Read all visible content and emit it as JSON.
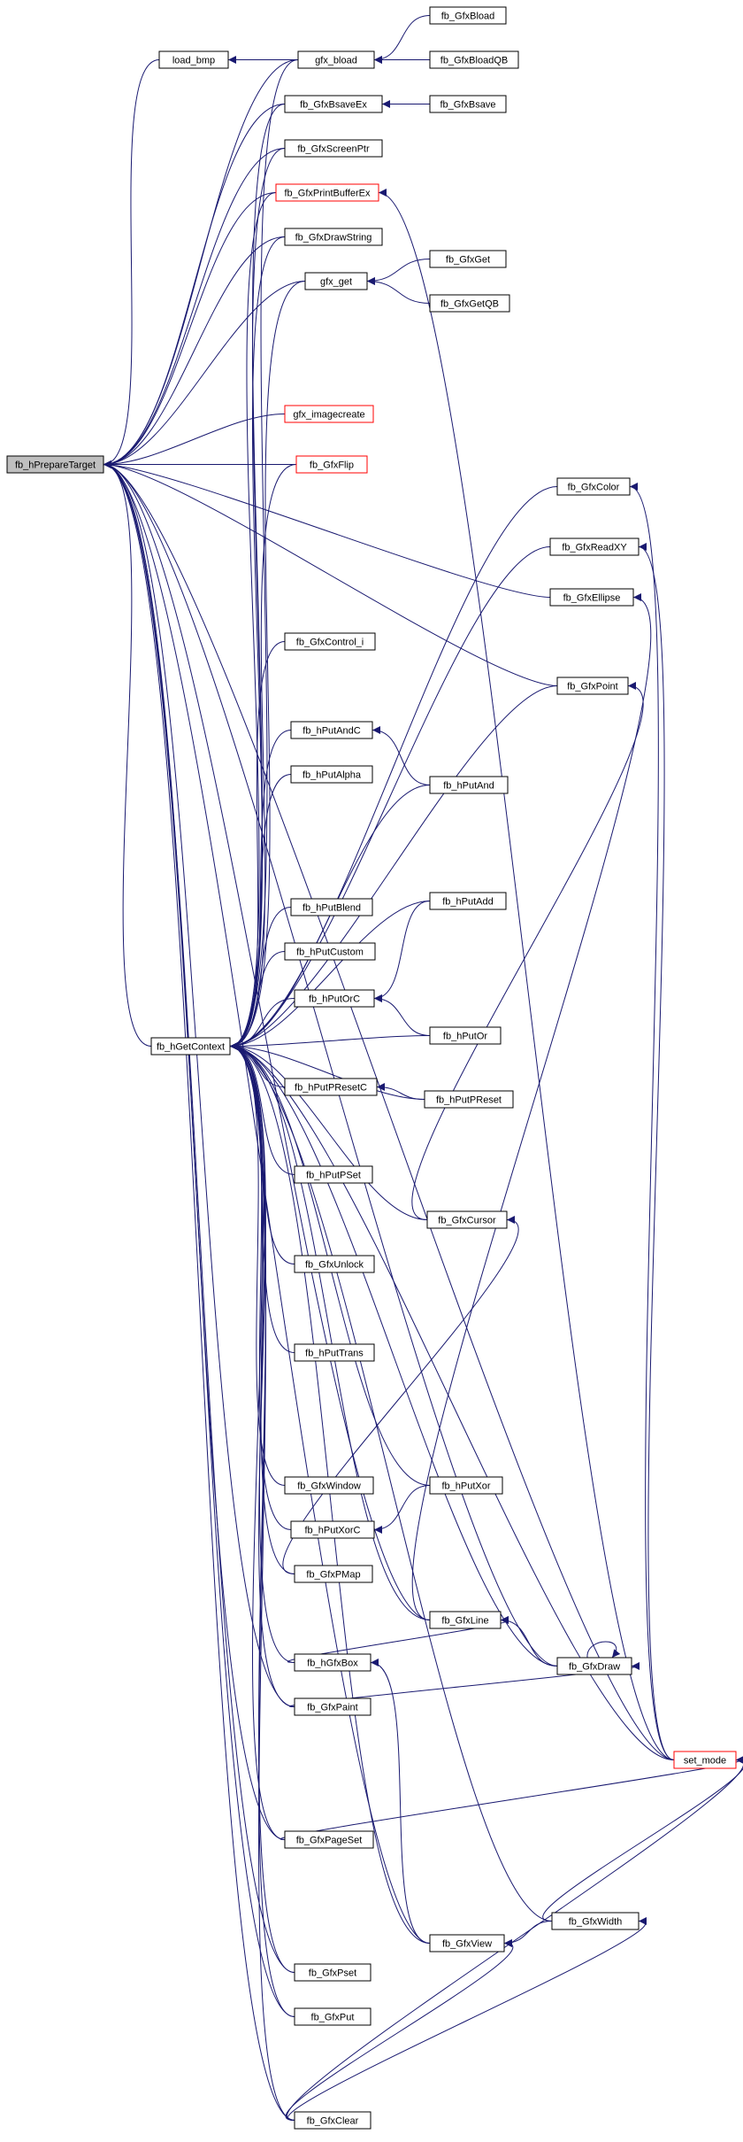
{
  "colors": {
    "edge": "#191970",
    "node_border": "#000000",
    "node_border_undocumented": "#ff0000",
    "root_fill": "#bfbfbf",
    "node_fill": "#ffffff"
  },
  "nodes": [
    {
      "id": "root",
      "label": "fb_hPrepareTarget",
      "style": "root"
    },
    {
      "id": "ctx",
      "label": "fb_hGetContext",
      "style": "normal"
    },
    {
      "id": "load_bmp",
      "label": "load_bmp",
      "style": "normal"
    },
    {
      "id": "gfx_bload",
      "label": "gfx_bload",
      "style": "normal"
    },
    {
      "id": "bload",
      "label": "fb_GfxBload",
      "style": "normal"
    },
    {
      "id": "bloadqb",
      "label": "fb_GfxBloadQB",
      "style": "normal"
    },
    {
      "id": "bsaveex",
      "label": "fb_GfxBsaveEx",
      "style": "normal"
    },
    {
      "id": "bsave",
      "label": "fb_GfxBsave",
      "style": "normal"
    },
    {
      "id": "screenptr",
      "label": "fb_GfxScreenPtr",
      "style": "normal"
    },
    {
      "id": "printbufex",
      "label": "fb_GfxPrintBufferEx",
      "style": "red"
    },
    {
      "id": "drawstring",
      "label": "fb_GfxDrawString",
      "style": "normal"
    },
    {
      "id": "gfx_get",
      "label": "gfx_get",
      "style": "normal"
    },
    {
      "id": "get",
      "label": "fb_GfxGet",
      "style": "normal"
    },
    {
      "id": "getqb",
      "label": "fb_GfxGetQB",
      "style": "normal"
    },
    {
      "id": "imagecreate",
      "label": "gfx_imagecreate",
      "style": "red"
    },
    {
      "id": "flip",
      "label": "fb_GfxFlip",
      "style": "red"
    },
    {
      "id": "color",
      "label": "fb_GfxColor",
      "style": "normal"
    },
    {
      "id": "readxy",
      "label": "fb_GfxReadXY",
      "style": "normal"
    },
    {
      "id": "ellipse",
      "label": "fb_GfxEllipse",
      "style": "normal"
    },
    {
      "id": "control",
      "label": "fb_GfxControl_i",
      "style": "normal"
    },
    {
      "id": "point",
      "label": "fb_GfxPoint",
      "style": "normal"
    },
    {
      "id": "putandc",
      "label": "fb_hPutAndC",
      "style": "normal"
    },
    {
      "id": "putalpha",
      "label": "fb_hPutAlpha",
      "style": "normal"
    },
    {
      "id": "putand",
      "label": "fb_hPutAnd",
      "style": "normal"
    },
    {
      "id": "putblend",
      "label": "fb_hPutBlend",
      "style": "normal"
    },
    {
      "id": "putadd",
      "label": "fb_hPutAdd",
      "style": "normal"
    },
    {
      "id": "putcustom",
      "label": "fb_hPutCustom",
      "style": "normal"
    },
    {
      "id": "putorc",
      "label": "fb_hPutOrC",
      "style": "normal"
    },
    {
      "id": "putor",
      "label": "fb_hPutOr",
      "style": "normal"
    },
    {
      "id": "putpresetc",
      "label": "fb_hPutPResetC",
      "style": "normal"
    },
    {
      "id": "putpreset",
      "label": "fb_hPutPReset",
      "style": "normal"
    },
    {
      "id": "putpset",
      "label": "fb_hPutPSet",
      "style": "normal"
    },
    {
      "id": "cursor",
      "label": "fb_GfxCursor",
      "style": "normal"
    },
    {
      "id": "unlock",
      "label": "fb_GfxUnlock",
      "style": "normal"
    },
    {
      "id": "puttrans",
      "label": "fb_hPutTrans",
      "style": "normal"
    },
    {
      "id": "window",
      "label": "fb_GfxWindow",
      "style": "normal"
    },
    {
      "id": "putxor",
      "label": "fb_hPutXor",
      "style": "normal"
    },
    {
      "id": "putxorc",
      "label": "fb_hPutXorC",
      "style": "normal"
    },
    {
      "id": "pmap",
      "label": "fb_GfxPMap",
      "style": "normal"
    },
    {
      "id": "line",
      "label": "fb_GfxLine",
      "style": "normal"
    },
    {
      "id": "hgfxbox",
      "label": "fb_hGfxBox",
      "style": "normal"
    },
    {
      "id": "draw",
      "label": "fb_GfxDraw",
      "style": "normal"
    },
    {
      "id": "paint",
      "label": "fb_GfxPaint",
      "style": "normal"
    },
    {
      "id": "set_mode",
      "label": "set_mode",
      "style": "red"
    },
    {
      "id": "pageset",
      "label": "fb_GfxPageSet",
      "style": "normal"
    },
    {
      "id": "width",
      "label": "fb_GfxWidth",
      "style": "normal"
    },
    {
      "id": "view",
      "label": "fb_GfxView",
      "style": "normal"
    },
    {
      "id": "pset",
      "label": "fb_GfxPset",
      "style": "normal"
    },
    {
      "id": "put",
      "label": "fb_GfxPut",
      "style": "normal"
    },
    {
      "id": "clear",
      "label": "fb_GfxClear",
      "style": "normal"
    }
  ],
  "edges": [
    [
      "load_bmp",
      "root"
    ],
    [
      "gfx_bload",
      "root"
    ],
    [
      "bsaveex",
      "root"
    ],
    [
      "screenptr",
      "root"
    ],
    [
      "printbufex",
      "root"
    ],
    [
      "drawstring",
      "root"
    ],
    [
      "gfx_get",
      "root"
    ],
    [
      "imagecreate",
      "root"
    ],
    [
      "flip",
      "root"
    ],
    [
      "ctx",
      "root"
    ],
    [
      "point",
      "root"
    ],
    [
      "ellipse",
      "root"
    ],
    [
      "line",
      "root"
    ],
    [
      "paint",
      "root"
    ],
    [
      "draw",
      "root"
    ],
    [
      "set_mode",
      "root"
    ],
    [
      "pageset",
      "root"
    ],
    [
      "view",
      "root"
    ],
    [
      "pset",
      "root"
    ],
    [
      "put",
      "root"
    ],
    [
      "clear",
      "root"
    ],
    [
      "gfx_bload",
      "load_bmp"
    ],
    [
      "bload",
      "gfx_bload"
    ],
    [
      "bloadqb",
      "gfx_bload"
    ],
    [
      "bsave",
      "bsaveex"
    ],
    [
      "set_mode",
      "printbufex"
    ],
    [
      "get",
      "gfx_get"
    ],
    [
      "getqb",
      "gfx_get"
    ],
    [
      "gfx_bload",
      "ctx"
    ],
    [
      "bsaveex",
      "ctx"
    ],
    [
      "screenptr",
      "ctx"
    ],
    [
      "printbufex",
      "ctx"
    ],
    [
      "drawstring",
      "ctx"
    ],
    [
      "gfx_get",
      "ctx"
    ],
    [
      "flip",
      "ctx"
    ],
    [
      "color",
      "ctx"
    ],
    [
      "readxy",
      "ctx"
    ],
    [
      "control",
      "ctx"
    ],
    [
      "point",
      "ctx"
    ],
    [
      "putandc",
      "ctx"
    ],
    [
      "putalpha",
      "ctx"
    ],
    [
      "putand",
      "ctx"
    ],
    [
      "putblend",
      "ctx"
    ],
    [
      "putadd",
      "ctx"
    ],
    [
      "putcustom",
      "ctx"
    ],
    [
      "putorc",
      "ctx"
    ],
    [
      "putor",
      "ctx"
    ],
    [
      "putpresetc",
      "ctx"
    ],
    [
      "putpreset",
      "ctx"
    ],
    [
      "putpset",
      "ctx"
    ],
    [
      "cursor",
      "ctx"
    ],
    [
      "unlock",
      "ctx"
    ],
    [
      "puttrans",
      "ctx"
    ],
    [
      "window",
      "ctx"
    ],
    [
      "putxor",
      "ctx"
    ],
    [
      "putxorc",
      "ctx"
    ],
    [
      "pmap",
      "ctx"
    ],
    [
      "line",
      "ctx"
    ],
    [
      "hgfxbox",
      "ctx"
    ],
    [
      "draw",
      "ctx"
    ],
    [
      "paint",
      "ctx"
    ],
    [
      "set_mode",
      "ctx"
    ],
    [
      "pageset",
      "ctx"
    ],
    [
      "width",
      "ctx"
    ],
    [
      "view",
      "ctx"
    ],
    [
      "pset",
      "ctx"
    ],
    [
      "put",
      "ctx"
    ],
    [
      "clear",
      "ctx"
    ],
    [
      "putand",
      "putandc"
    ],
    [
      "putadd",
      "putorc"
    ],
    [
      "putor",
      "putorc"
    ],
    [
      "putpreset",
      "putpresetc"
    ],
    [
      "putxor",
      "putxorc"
    ],
    [
      "pmap",
      "cursor"
    ],
    [
      "line",
      "ellipse"
    ],
    [
      "cursor",
      "point"
    ],
    [
      "set_mode",
      "color"
    ],
    [
      "set_mode",
      "readxy"
    ],
    [
      "hgfxbox",
      "line"
    ],
    [
      "draw",
      "line"
    ],
    [
      "draw",
      "draw"
    ],
    [
      "paint",
      "draw"
    ],
    [
      "view",
      "hgfxbox"
    ],
    [
      "pageset",
      "set_mode"
    ],
    [
      "width",
      "set_mode"
    ],
    [
      "clear",
      "set_mode"
    ],
    [
      "width",
      "view"
    ],
    [
      "clear",
      "view"
    ],
    [
      "clear",
      "width"
    ]
  ]
}
